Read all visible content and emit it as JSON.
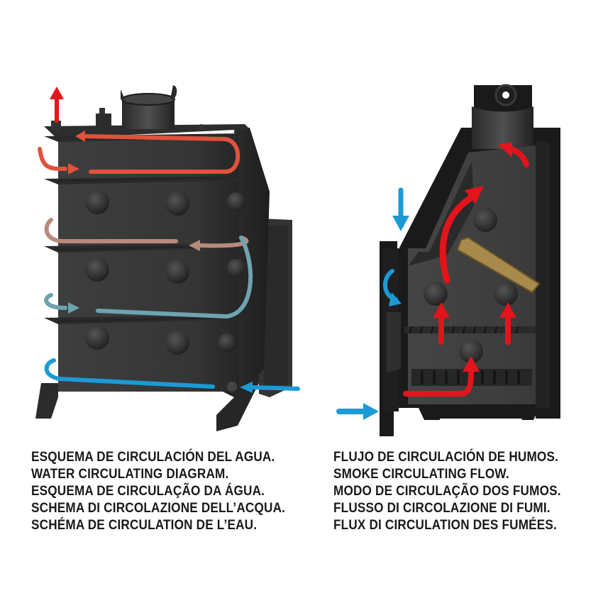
{
  "captions": {
    "water": [
      "ESQUEMA DE CIRCULACIÓN DEL AGUA.",
      "WATER CIRCULATING DIAGRAM.",
      "ESQUEMA DE CIRCULAÇÃO DA ÁGUA.",
      "SCHEMA DI CIRCOLAZIONE DELL’ACQUA.",
      "SCHÉMA DE CIRCULATION DE L’EAU."
    ],
    "smoke": [
      "FLUJO DE CIRCULACIÓN DE HUMOS.",
      "SMOKE CIRCULATING FLOW.",
      "MODO DE CIRCULAÇÃO DOS FUMOS.",
      "FLUSSO DI CIRCOLAZIONE DI FUMI.",
      "FLUX DI CIRCULATION DES FUMÉES."
    ]
  },
  "colors": {
    "hot_water": "#e0523c",
    "warm_water": "#b88a7c",
    "cool_water": "#6ea3b0",
    "cold_water": "#1b9ad6",
    "smoke": "#e3141b",
    "fresh_air": "#1b9ad6",
    "wood": "#a88a4a",
    "stove_body": "#3a3a3a"
  }
}
